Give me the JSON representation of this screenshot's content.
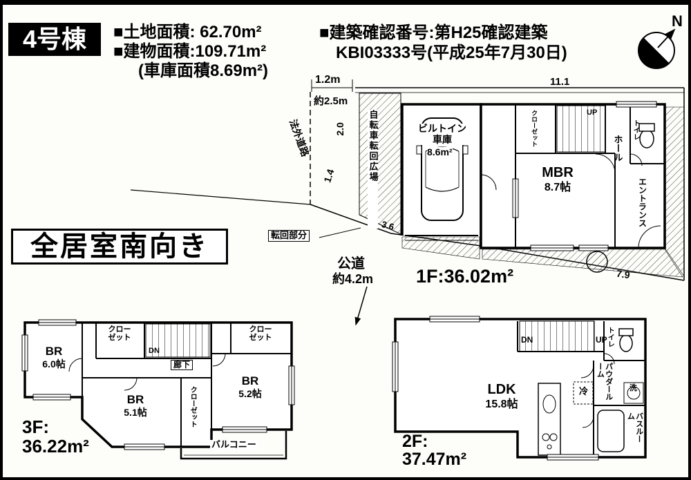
{
  "header": {
    "unit_label": "4号棟",
    "land_area": "■土地面積: 62.70m²",
    "building_area": "■建物面積:109.71m²",
    "garage_area": "(車庫面積8.69m²)",
    "confirm_line1": "■建築確認番号:第H25確認建築",
    "confirm_line2": "KBI03333号(平成25年7月30日)",
    "compass_north": "N"
  },
  "site": {
    "south_banner": "全居室南向き",
    "road_name": "公道",
    "road_width": "約4.2m",
    "outside_road": "法外道路",
    "bicycle_turnaround": "自転車転回広場",
    "turnaround_part": "転回部分",
    "dims": {
      "top_width": "1.2m",
      "approx_depth": "約2.5m",
      "d20": "2.0",
      "d14": "1.4",
      "d111": "11.1",
      "d36": "3.6",
      "d79": "7.9"
    }
  },
  "floor1": {
    "area_label": "1F:36.02m²",
    "garage_name": "ビルトイン車庫",
    "garage_size": "8.6m²",
    "mbr_name": "MBR",
    "mbr_size": "8.7帖",
    "hall": "ホール",
    "up": "UP",
    "closet": "クローゼット",
    "toilet": "トイレ",
    "entrance": "エントランス"
  },
  "floor2": {
    "area_line1": "2F:",
    "area_line2": "37.47m²",
    "ldk_name": "LDK",
    "ldk_size": "15.8帖",
    "dn": "DN",
    "up": "UP",
    "toilet": "トイレ",
    "powder_room": "パウダールーム",
    "fridge": "冷",
    "washer": "洗",
    "bathroom": "バスルーム"
  },
  "floor3": {
    "area_line1": "3F:",
    "area_line2": "36.22m²",
    "closet_left": "クローゼット",
    "closet_right": "クローゼット",
    "closet_mid": "クローゼット",
    "dn": "DN",
    "hallway": "廊下",
    "br_left_name": "BR",
    "br_left_size": "6.0帖",
    "br_center_name": "BR",
    "br_center_size": "5.1帖",
    "br_right_name": "BR",
    "br_right_size": "5.2帖",
    "balcony": "バルコニー"
  }
}
